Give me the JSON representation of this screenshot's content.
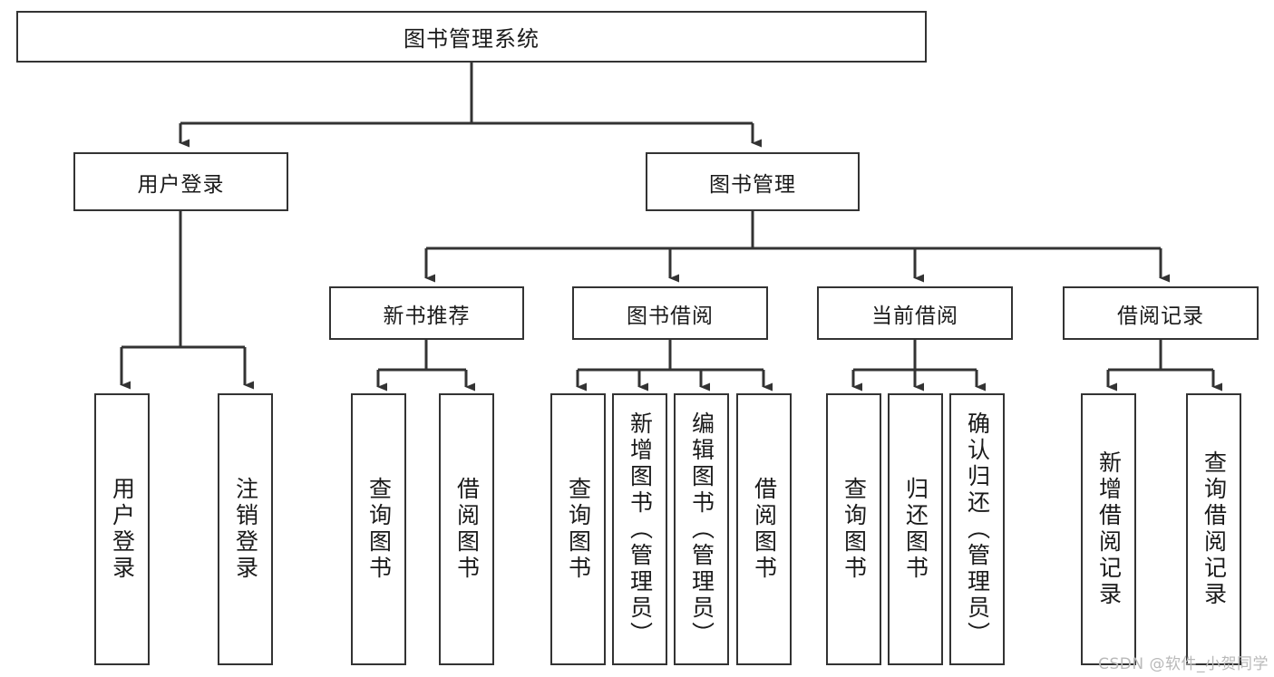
{
  "diagram": {
    "title": "图书管理系统",
    "watermark": "CSDN @软件_小贺同学",
    "colors": {
      "stroke": "#333333",
      "fill": "#ffffff",
      "text": "#1a1a1a",
      "watermark": "#b9b9b9"
    },
    "root": {
      "label": "图书管理系统"
    },
    "level2": [
      {
        "label": "用户登录"
      },
      {
        "label": "图书管理"
      }
    ],
    "level3": [
      {
        "label": "新书推荐"
      },
      {
        "label": "图书借阅"
      },
      {
        "label": "当前借阅"
      },
      {
        "label": "借阅记录"
      }
    ],
    "leaves": {
      "user_login": [
        {
          "label": "用户登录"
        },
        {
          "label": "注销登录"
        }
      ],
      "new_book": [
        {
          "label": "查询图书"
        },
        {
          "label": "借阅图书"
        }
      ],
      "borrow": [
        {
          "label": "查询图书"
        },
        {
          "label": "新增图书（管理员）"
        },
        {
          "label": "编辑图书（管理员）"
        },
        {
          "label": "借阅图书"
        }
      ],
      "current": [
        {
          "label": "查询图书"
        },
        {
          "label": "归还图书"
        },
        {
          "label": "确认归还（管理员）"
        }
      ],
      "records": [
        {
          "label": "新增借阅记录"
        },
        {
          "label": "查询借阅记录"
        }
      ]
    }
  }
}
